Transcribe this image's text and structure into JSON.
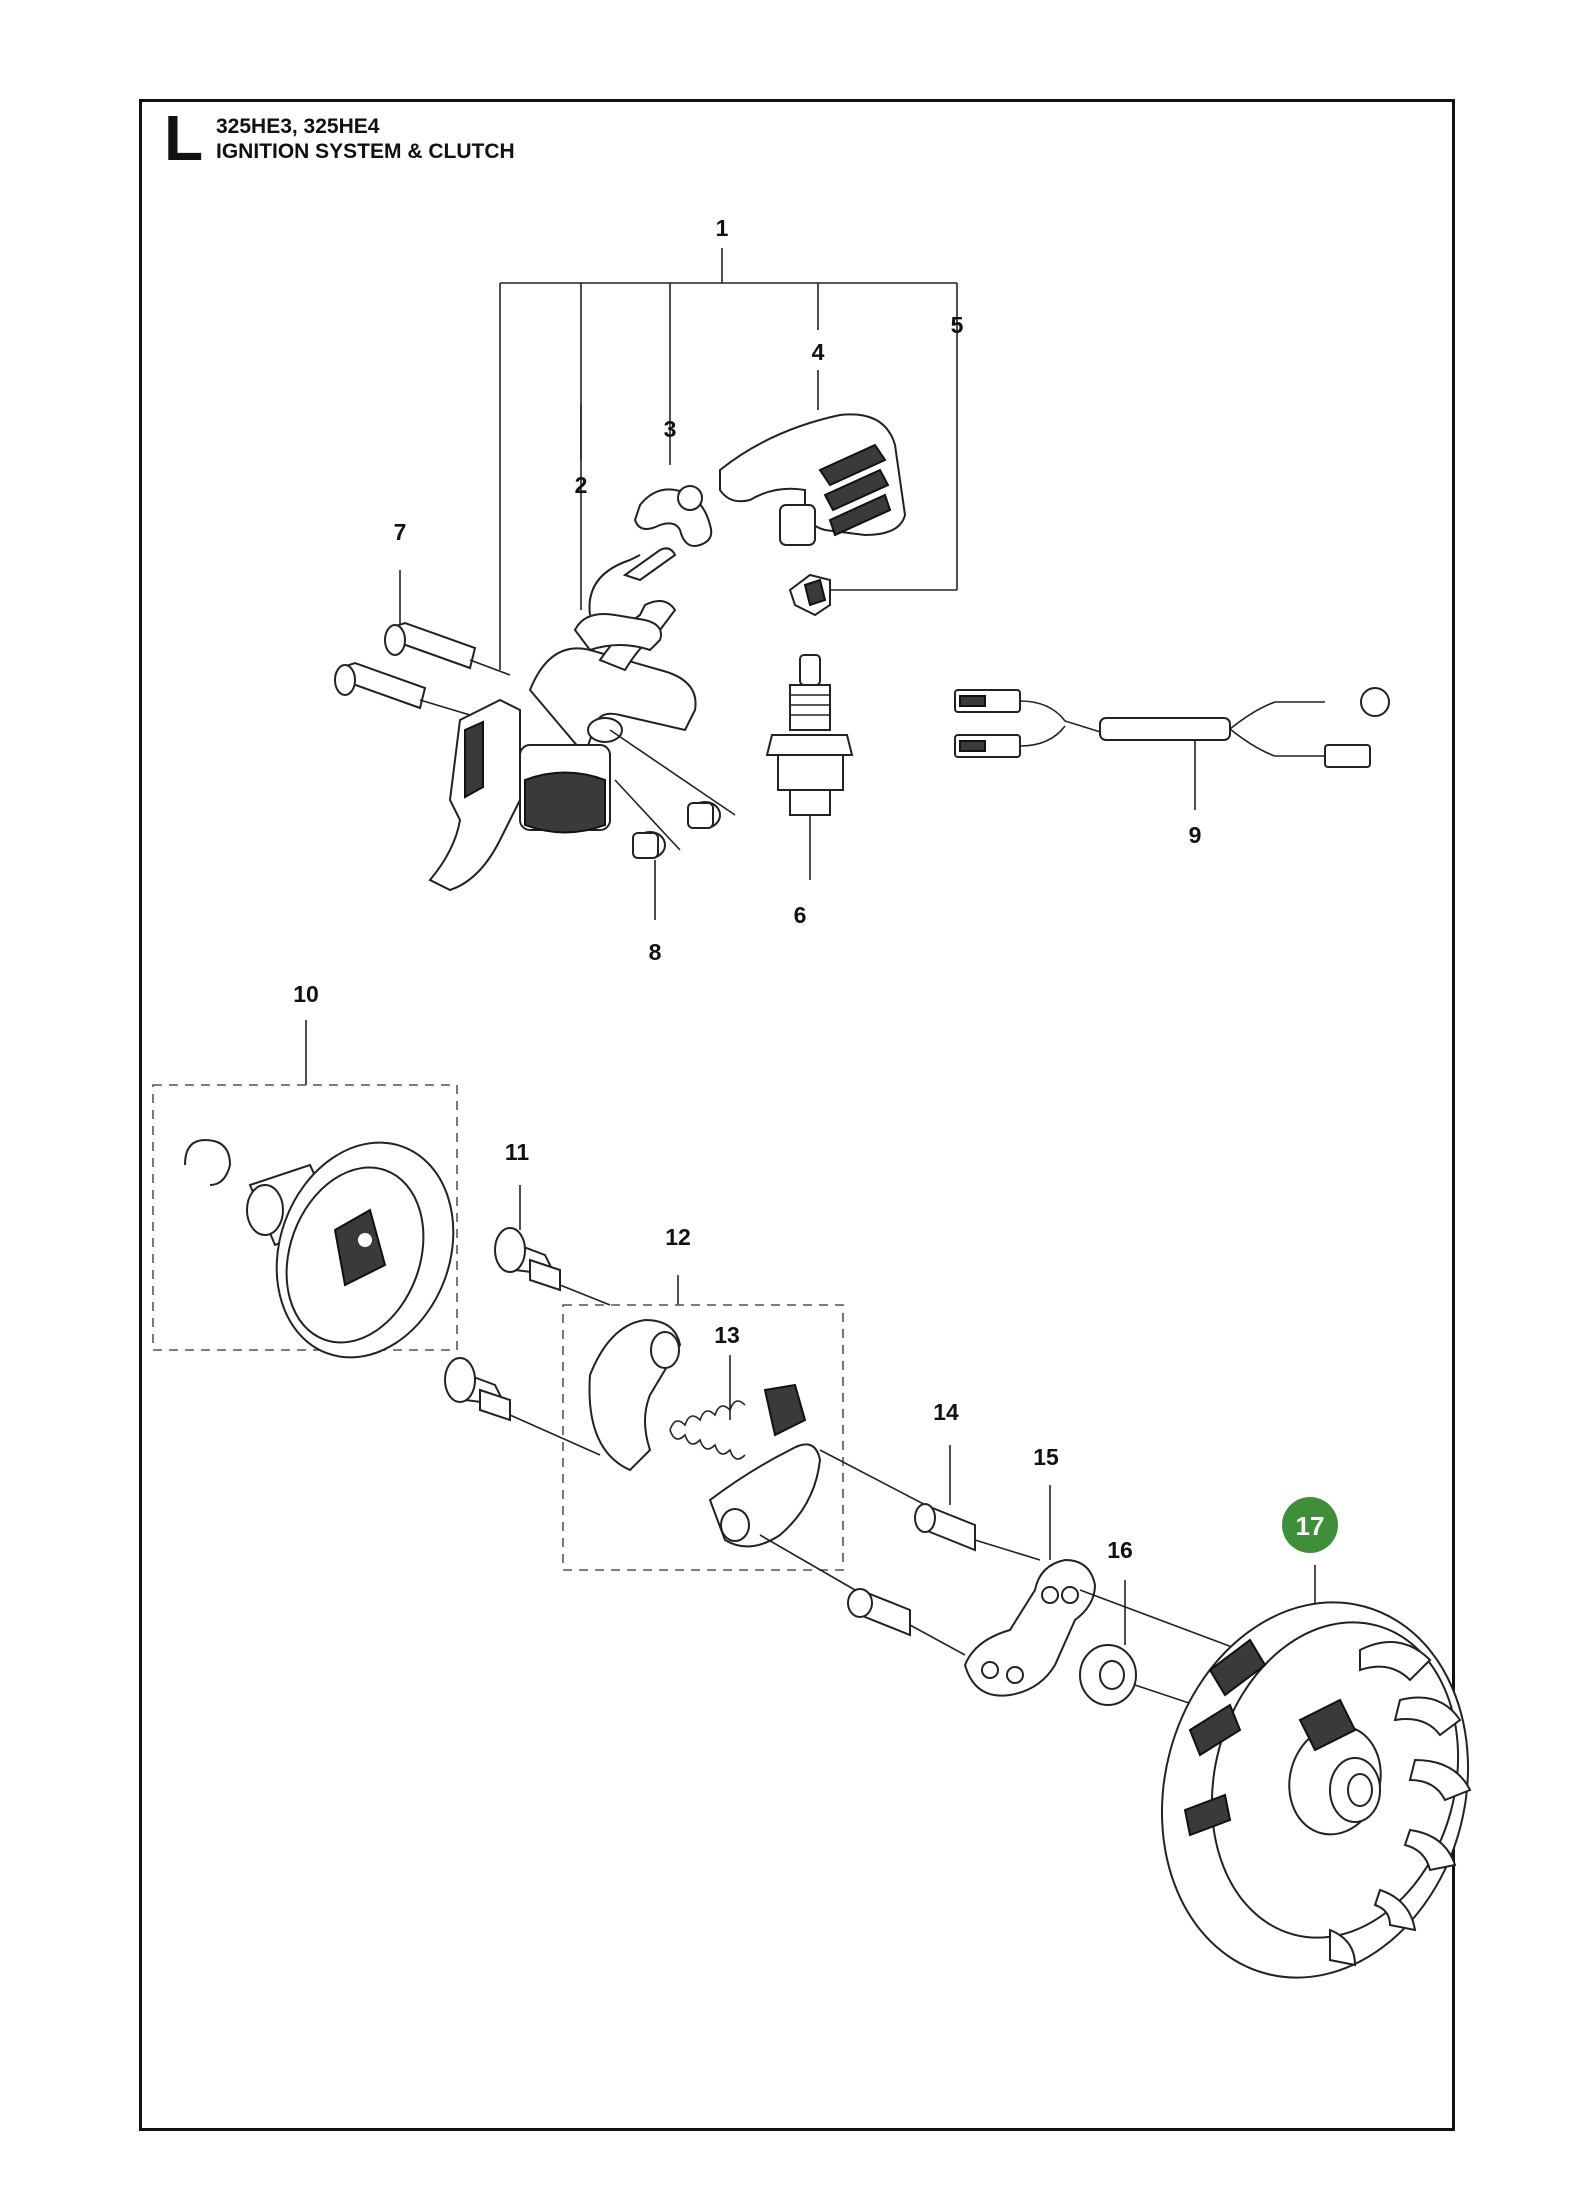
{
  "header": {
    "section_letter": "L",
    "models": "325HE3, 325HE4",
    "title": "IGNITION SYSTEM & CLUTCH"
  },
  "callouts": [
    "1",
    "2",
    "3",
    "4",
    "5",
    "6",
    "7",
    "8",
    "9",
    "10",
    "11",
    "12",
    "13",
    "14",
    "15",
    "16",
    "17"
  ],
  "highlighted_callout": "17",
  "colors": {
    "highlight": "#3f8f3a",
    "line": "#222222",
    "frame": "#111111"
  }
}
